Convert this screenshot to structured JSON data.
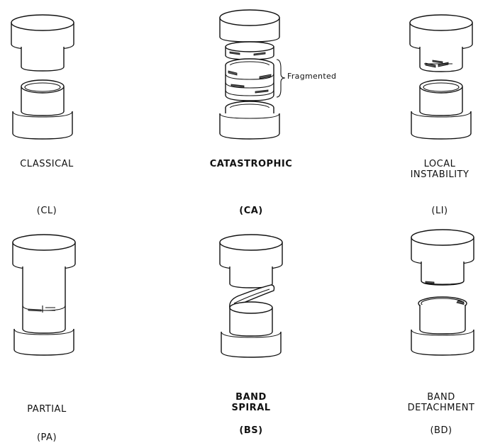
{
  "figure": {
    "panels": [
      {
        "id": "cl",
        "name_lines": [
          "CLASSICAL"
        ],
        "code": "(CL)",
        "icon": "classical-failure-sketch-icon"
      },
      {
        "id": "ca",
        "name_lines": [
          "CATASTROPHIC"
        ],
        "code": "(CA)",
        "icon": "catastrophic-failure-sketch-icon",
        "annotation": "Fragmented"
      },
      {
        "id": "li",
        "name_lines": [
          "LOCAL",
          "INSTABILITY"
        ],
        "code": "(LI)",
        "icon": "local-instability-sketch-icon"
      },
      {
        "id": "pa",
        "name_lines": [
          "PARTIAL"
        ],
        "code": "(PA)",
        "icon": "partial-failure-sketch-icon"
      },
      {
        "id": "bs",
        "name_lines": [
          "BAND",
          "SPIRAL"
        ],
        "code": "(BS)",
        "icon": "band-spiral-sketch-icon"
      },
      {
        "id": "bd",
        "name_lines": [
          "BAND",
          "DETACHMENT"
        ],
        "code": "(BD)",
        "icon": "band-detachment-sketch-icon"
      }
    ]
  }
}
